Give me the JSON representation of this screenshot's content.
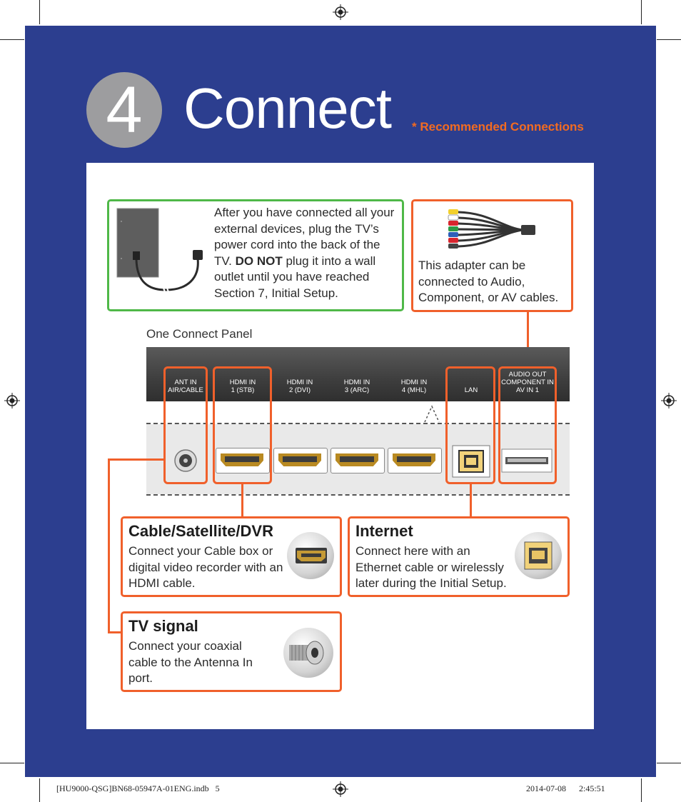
{
  "header": {
    "step_number": "4",
    "title": "Connect",
    "recommended_note": "* Recommended Connections"
  },
  "power_box": {
    "text_before": "After you have connected all your external devices, plug the TV’s power cord into the back of the TV.",
    "text_bold": "DO NOT",
    "text_after": "plug it into a wall outlet until you have reached Section 7, Initial Setup."
  },
  "adapter_box": {
    "text": "This adapter can be connected to Audio, Component, or AV cables."
  },
  "panel": {
    "label": "One Connect Panel",
    "ports": [
      {
        "line1": "ANT IN",
        "line2": "AIR/CABLE"
      },
      {
        "line1": "HDMI IN",
        "line2": "1 (STB)"
      },
      {
        "line1": "HDMI IN",
        "line2": "2 (DVI)"
      },
      {
        "line1": "HDMI IN",
        "line2": "3 (ARC)"
      },
      {
        "line1": "HDMI IN",
        "line2": "4 (MHL)"
      },
      {
        "line1": "LAN",
        "line2": ""
      },
      {
        "line1": "AUDIO OUT",
        "line2": "COMPONENT IN",
        "line3": "AV IN 1"
      }
    ]
  },
  "cable_box": {
    "heading": "Cable/Satellite/DVR",
    "text": "Connect your Cable box or digital video recorder with an HDMI cable."
  },
  "internet_box": {
    "heading": "Internet",
    "text": "Connect here with an Ethernet cable or wirelessly later during the Initial Setup."
  },
  "tv_signal_box": {
    "heading": "TV signal",
    "text": "Connect your coaxial cable to the Antenna In port."
  },
  "footer": {
    "left": "[HU9000-QSG]BN68-05947A-01ENG.indb   5",
    "right": "2014-07-08      2:45:51"
  },
  "colors": {
    "page_blue": "#2c3e8f",
    "accent_orange": "#f0602b",
    "power_green": "#4fb848",
    "step_gray": "#9d9d9f"
  }
}
